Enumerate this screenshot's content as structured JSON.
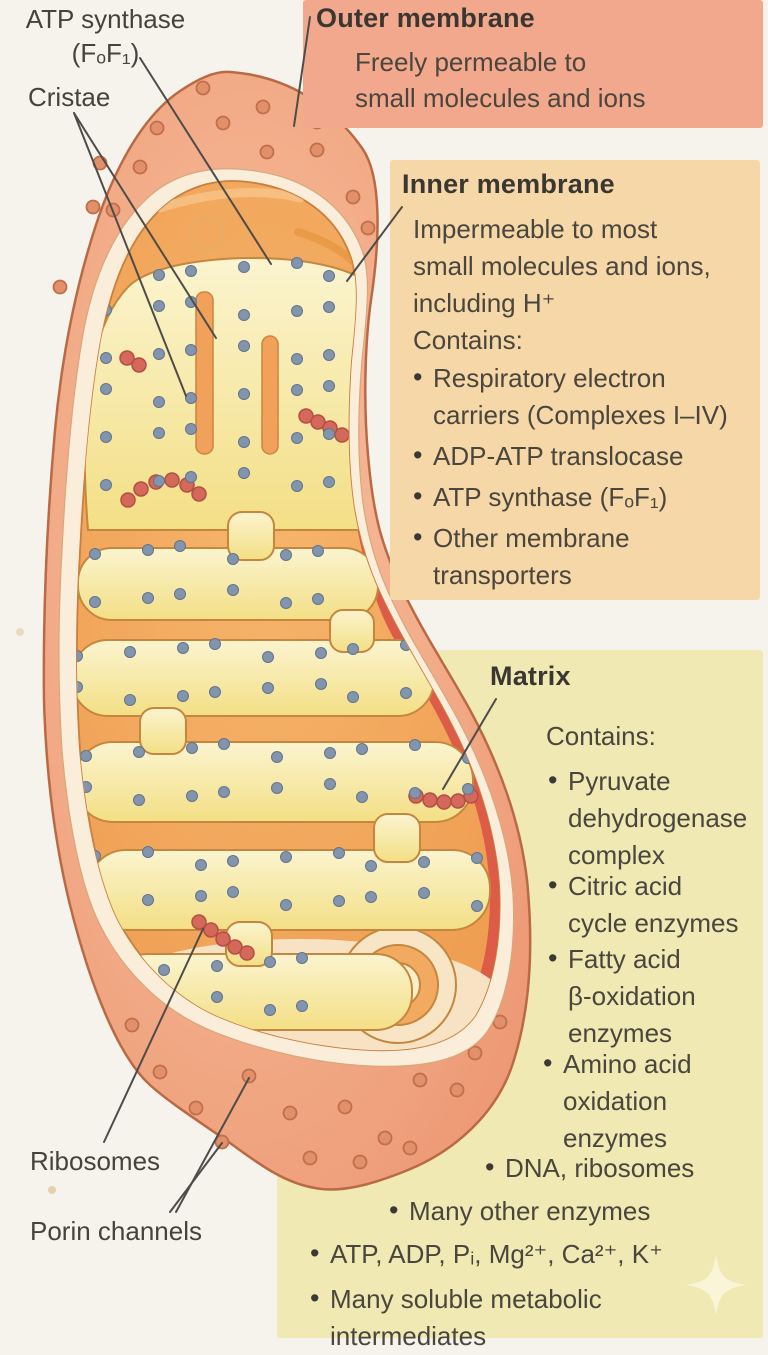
{
  "labels": {
    "atp_synthase": [
      "ATP synthase",
      "(FₒF₁)"
    ],
    "cristae": "Cristae",
    "ribosomes": "Ribosomes",
    "porin": "Porin channels"
  },
  "outer_box": {
    "title": "Outer membrane",
    "body": [
      "Freely permeable to",
      "small molecules and ions"
    ]
  },
  "inner_box": {
    "title": "Inner membrane",
    "body": [
      "Impermeable to most",
      "small molecules and ions,",
      "including H⁺"
    ],
    "contains_label": "Contains:",
    "bullets": [
      [
        "Respiratory electron",
        "carriers (Complexes I–IV)"
      ],
      [
        "ADP-ATP translocase"
      ],
      [
        "ATP synthase (FₒF₁)"
      ],
      [
        "Other membrane",
        "transporters"
      ]
    ]
  },
  "matrix_box": {
    "title": "Matrix",
    "contains_label": "Contains:",
    "bullets": [
      [
        "Pyruvate",
        "dehydrogenase",
        "complex"
      ],
      [
        "Citric acid",
        "cycle enzymes"
      ],
      [
        "Fatty acid",
        "β-oxidation",
        "enzymes"
      ],
      [
        "Amino acid",
        "oxidation",
        "enzymes"
      ],
      [
        "DNA, ribosomes"
      ],
      [
        "Many other enzymes"
      ],
      [
        "ATP, ADP, Pᵢ, Mg²⁺, Ca²⁺, K⁺"
      ],
      [
        "Many soluble metabolic",
        "intermediates"
      ]
    ]
  },
  "colors": {
    "background": "#f6f3ec",
    "outer_box_bg": "#f2a88d",
    "inner_box_bg": "#f6d7a7",
    "matrix_box_bg": "#f0e9b3",
    "text": "#45423b",
    "leader_line": "#4e4c48",
    "organelle_outer_membrane": "#f2a986",
    "organelle_inner_membrane": "#f2a55e",
    "organelle_inner_membrane_red": "#dd5c48",
    "matrix_lobe": "#f9f0bd",
    "ribosome_dot": "#8395ad",
    "dna_bead": "#d4685a"
  }
}
